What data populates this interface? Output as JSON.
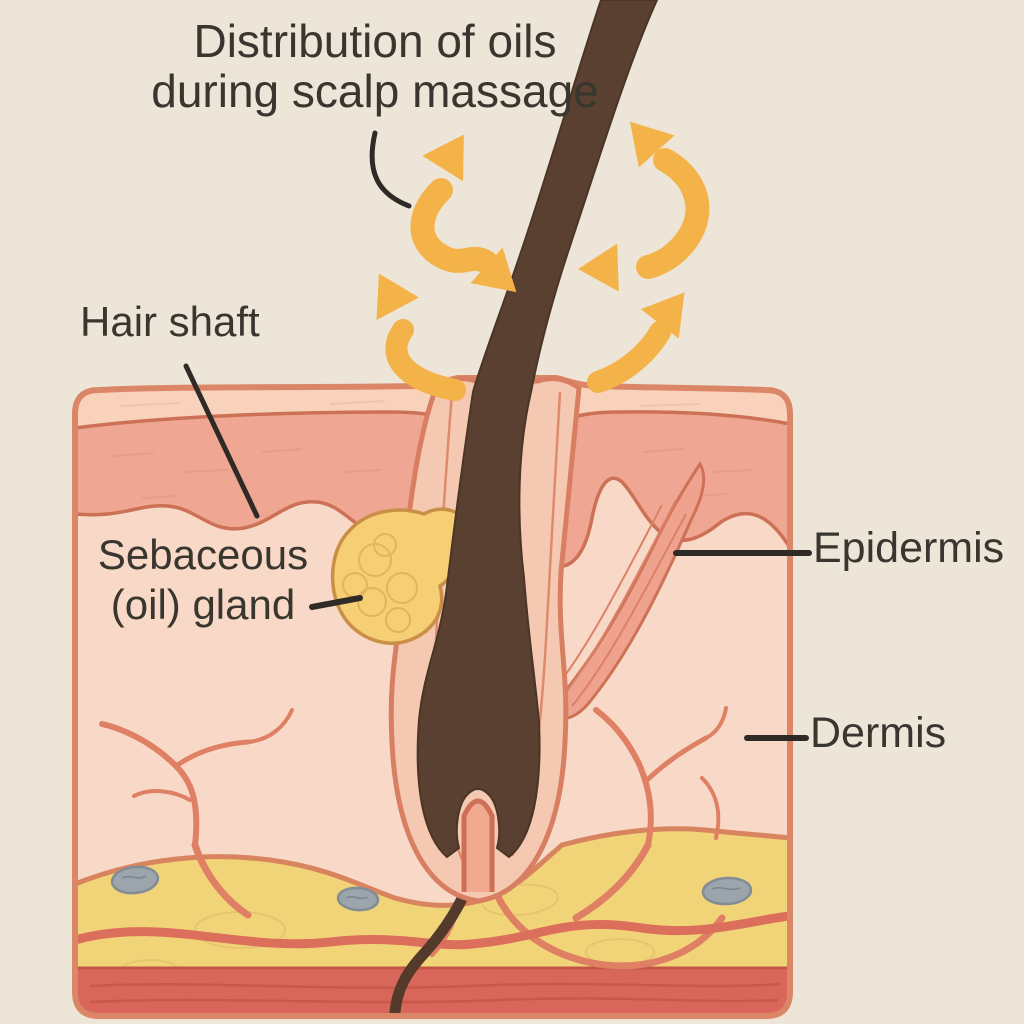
{
  "diagram": {
    "title": {
      "line1": "Distribution of oils",
      "line2": "during scalp massage"
    },
    "labels": {
      "hair_shaft": "Hair shaft",
      "sebaceous_gland_line1": "Sebaceous",
      "sebaceous_gland_line2": "(oil) gland",
      "epidermis": "Epidermis",
      "dermis": "Dermis"
    },
    "colors": {
      "background": "#EDE5D8",
      "text": "#39352F",
      "pointer_line": "#2E2B27",
      "oil_arrow": "#F4B348",
      "hair": "#5A4030",
      "skin_outline": "#DC8668",
      "skin_surface": "#F9D2BC",
      "epidermis_band": "#EFA793",
      "dermis_fill": "#F8D9C7",
      "follicle_sheath": "#F5C9B1",
      "sebaceous_gland": "#F6CE74",
      "arrector_pili_muscle": "#EFA28D",
      "blood_vessel": "#DF7F64",
      "subcutaneous_fat": "#F2D478",
      "muscle_band": "#D9665A",
      "fat_cell": "#9CA4AC"
    }
  }
}
